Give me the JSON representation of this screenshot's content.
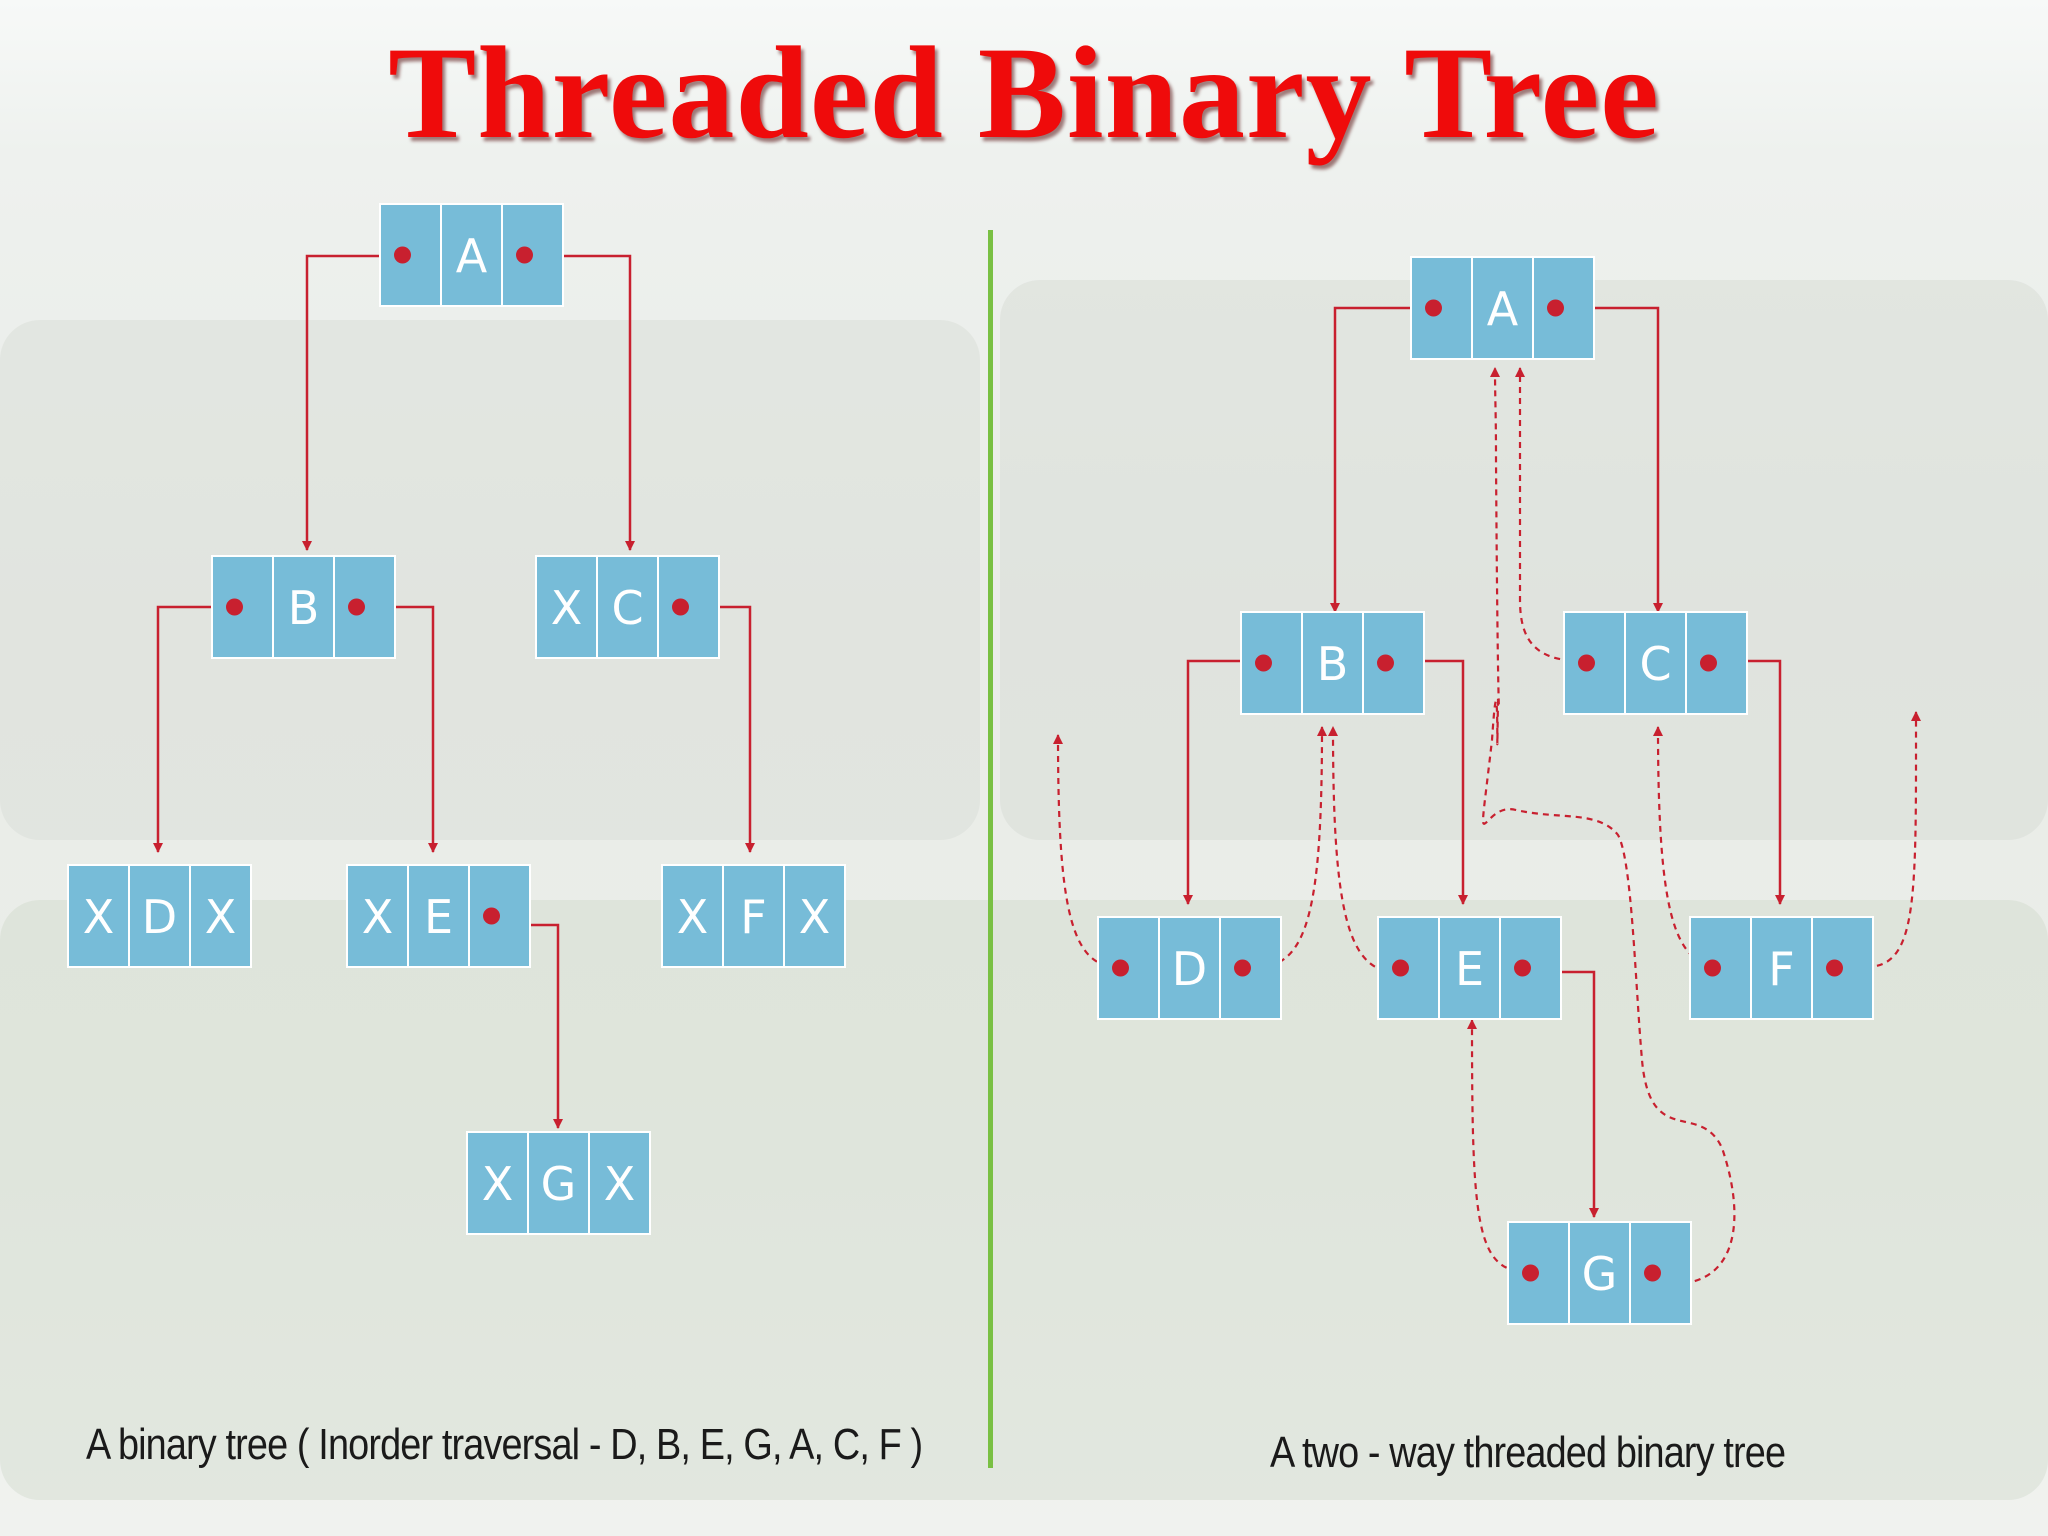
{
  "title": "Threaded Binary Tree",
  "left_caption": "A binary tree ( Inorder traversal - D, B, E, G, A, C, F )",
  "right_caption": "A two - way threaded binary tree",
  "colors": {
    "title": "#ef0b0b",
    "node_fill": "#77bcd8",
    "pointer": "#c8202f",
    "divider": "#79c043"
  },
  "left_tree": {
    "nodes": [
      {
        "id": "A",
        "cells": [
          "",
          "A",
          ""
        ]
      },
      {
        "id": "B",
        "cells": [
          "",
          "B",
          ""
        ]
      },
      {
        "id": "C",
        "cells": [
          "X",
          "C",
          ""
        ]
      },
      {
        "id": "D",
        "cells": [
          "X",
          "D",
          "X"
        ]
      },
      {
        "id": "E",
        "cells": [
          "X",
          "E",
          ""
        ]
      },
      {
        "id": "F",
        "cells": [
          "X",
          "F",
          "X"
        ]
      },
      {
        "id": "G",
        "cells": [
          "X",
          "G",
          "X"
        ]
      }
    ]
  },
  "right_tree": {
    "nodes": [
      {
        "id": "A",
        "cells": [
          "",
          "A",
          ""
        ]
      },
      {
        "id": "B",
        "cells": [
          "",
          "B",
          ""
        ]
      },
      {
        "id": "C",
        "cells": [
          "",
          "C",
          ""
        ]
      },
      {
        "id": "D",
        "cells": [
          "",
          "D",
          ""
        ]
      },
      {
        "id": "E",
        "cells": [
          "",
          "E",
          ""
        ]
      },
      {
        "id": "F",
        "cells": [
          "",
          "F",
          ""
        ]
      },
      {
        "id": "G",
        "cells": [
          "",
          "G",
          ""
        ]
      }
    ]
  }
}
